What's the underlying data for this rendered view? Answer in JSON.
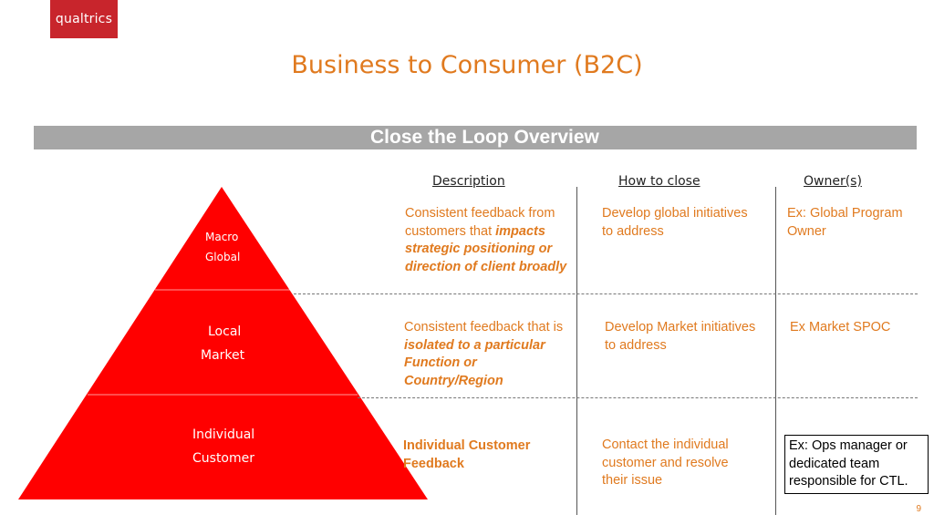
{
  "logo": "qualtrics",
  "title": "Business to Consumer (B2C)",
  "section_header": "Close the Loop Overview",
  "columns": {
    "description": "Description",
    "how": "How to close",
    "owners": "Owner(s)"
  },
  "pyramid": {
    "color": "#ff0000",
    "levels": [
      {
        "line1": "Macro",
        "line2": "Global"
      },
      {
        "line1": "Local",
        "line2": "Market"
      },
      {
        "line1": "Individual",
        "line2": "Customer"
      }
    ]
  },
  "rows": [
    {
      "desc_plain": "Consistent feedback from customers that",
      "desc_emph": "impacts strategic positioning or direction of client broadly",
      "how": "Develop global initiatives to address",
      "owner": "Ex: Global Program Owner"
    },
    {
      "desc_plain": "Consistent feedback that is",
      "desc_emph": "isolated to a particular Function or Country/Region",
      "how": "Develop Market initiatives to address",
      "owner": "Ex Market SPOC"
    },
    {
      "desc_bold": "Individual Customer Feedback",
      "how": "Contact the individual customer and resolve their issue",
      "owner": "Ex: Ops manager or dedicated team responsible for CTL."
    }
  ],
  "page_number": "9",
  "colors": {
    "accent": "#e07a1f",
    "brand": "#c8252c",
    "bar": "#a6a6a6"
  }
}
